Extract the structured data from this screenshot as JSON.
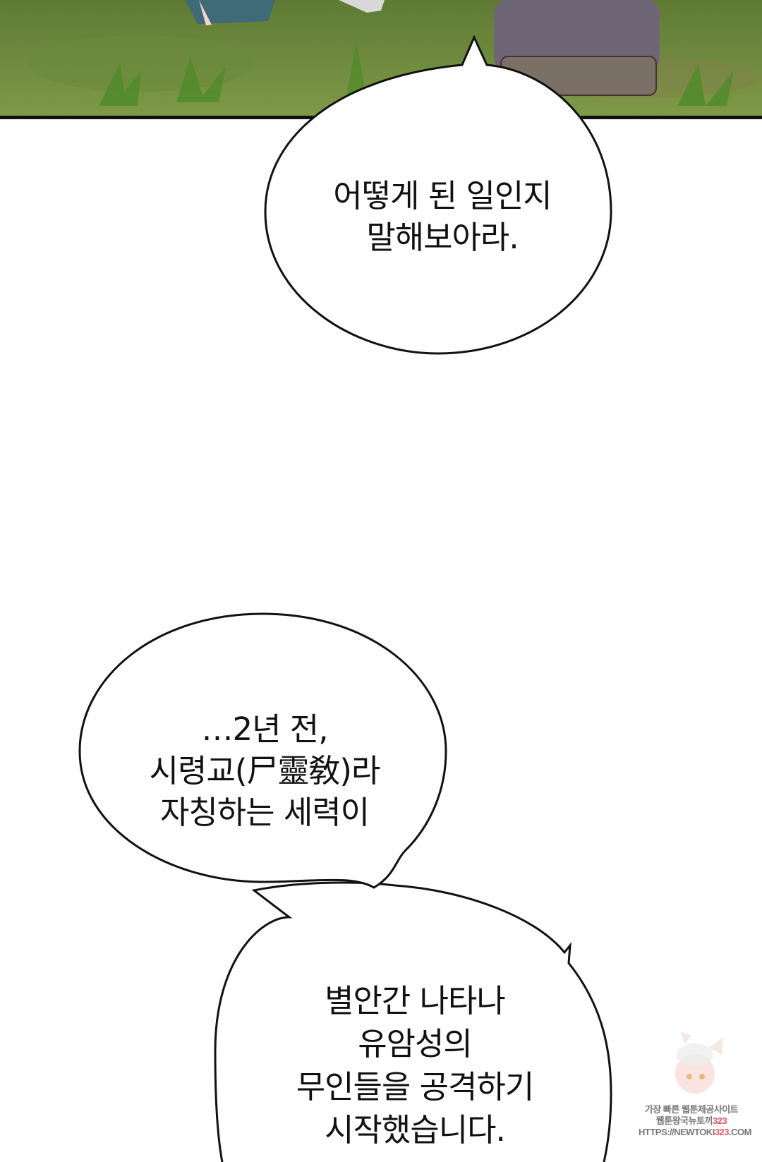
{
  "bubbles": [
    {
      "lines": [
        "어떻게 된 일인지",
        "말해보아라."
      ]
    },
    {
      "lines": [
        "…2년 전,",
        "시령교(尸靈敎)라",
        "자칭하는 세력이"
      ]
    },
    {
      "lines": [
        "별안간 나타나",
        "유암성의",
        "무인들을 공격하기",
        "시작했습니다."
      ]
    }
  ],
  "watermark": {
    "line1": "가장 빠른 웹툰제공사이트",
    "line2": "웹툰왕국뉴토끼",
    "line2_num": "323",
    "line3_prefix": "HTTPS://NEWTOKI",
    "line3_num": "323",
    "line3_suffix": ".COM"
  },
  "colors": {
    "grass": "#6f8a3c",
    "ink": "#111111",
    "accent": "#f05560"
  }
}
